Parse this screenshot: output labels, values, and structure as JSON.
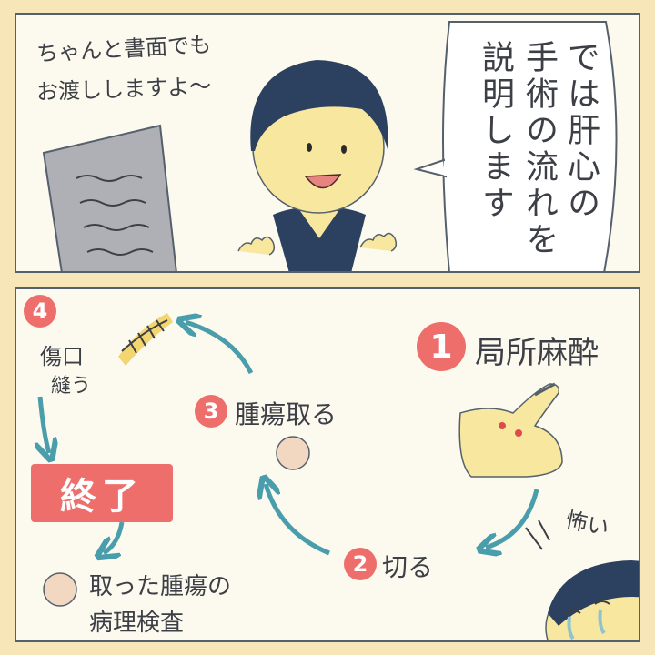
{
  "panel1": {
    "caption_line1": "ちゃんと書面でも",
    "caption_line2": "お渡ししますよ〜",
    "speech_col1": "では肝心の",
    "speech_col2": "手術の流れを",
    "speech_col3": "説明します"
  },
  "panel2": {
    "step1": {
      "number": "1",
      "label": "局所麻酔"
    },
    "step2": {
      "number": "2",
      "label": "切る"
    },
    "step3": {
      "number": "3",
      "label": "腫瘍取る"
    },
    "step4": {
      "number": "4",
      "label_line1": "傷口",
      "label_line2": "縫う"
    },
    "finish_label": "終了",
    "pathology_line1": "取った腫瘍の",
    "pathology_line2": "病理検査",
    "scared_text": "怖い"
  },
  "colors": {
    "accent_red": "#ee6e6b",
    "arrow_teal": "#4a9eac",
    "navy": "#2c4060",
    "skin": "#f8e79e"
  }
}
